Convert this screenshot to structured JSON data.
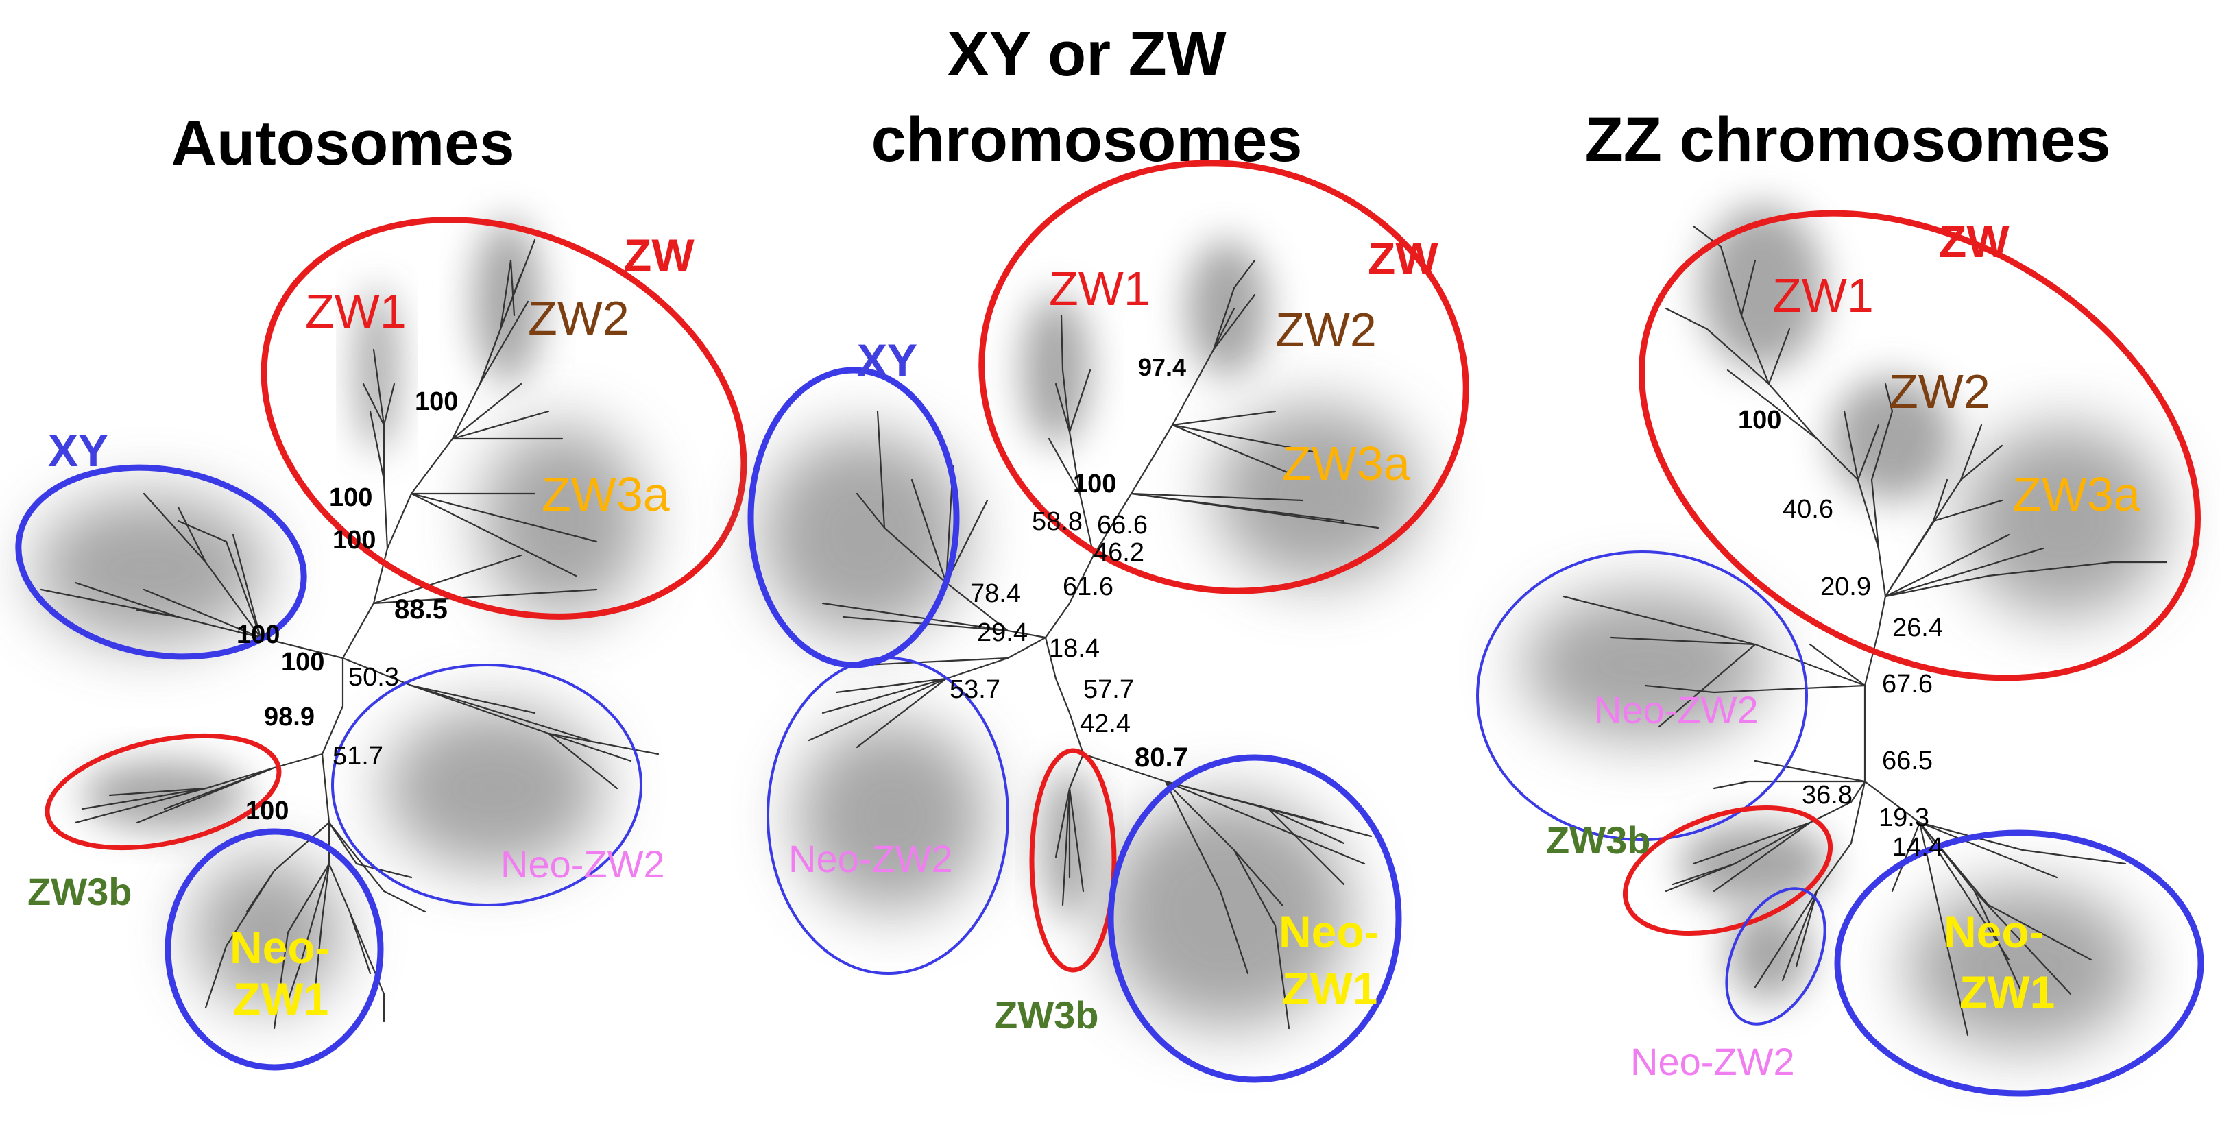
{
  "colors": {
    "zw": "#e81c1c",
    "zw2": "#7b3f12",
    "zw3a": "#ffb300",
    "xy": "#3a3ae6",
    "neo_zw2": "#f07ef0",
    "neo_zw1": "#ffee00",
    "zw3b": "#4d7a2a",
    "xy_label": "#4040e0"
  },
  "panels": [
    {
      "id": "autosomes",
      "title": [
        "Autosomes"
      ],
      "clades": [
        "ZW",
        "ZW1",
        "ZW2",
        "ZW3a",
        "XY",
        "ZW3b",
        "Neo-ZW2",
        "Neo-",
        "ZW1"
      ],
      "supports": [
        "100",
        "100",
        "100",
        "88.5",
        "100",
        "100",
        "50.3",
        "98.9",
        "51.7",
        "100"
      ]
    },
    {
      "id": "xy_zw",
      "title": [
        "XY or ZW",
        "chromosomes"
      ],
      "clades": [
        "ZW",
        "ZW1",
        "ZW2",
        "ZW3a",
        "XY",
        "Neo-ZW2",
        "ZW3b",
        "Neo-",
        "ZW1"
      ],
      "supports": [
        "97.4",
        "100",
        "66.6",
        "58.8",
        "46.2",
        "78.4",
        "61.6",
        "29.4",
        "18.4",
        "53.7",
        "57.7",
        "42.4",
        "80.7"
      ]
    },
    {
      "id": "zz",
      "title": [
        "ZZ chromosomes"
      ],
      "clades": [
        "ZW",
        "ZW1",
        "ZW2",
        "ZW3a",
        "Neo-ZW2",
        "ZW3b",
        "Neo-ZW2",
        "Neo-",
        "ZW1"
      ],
      "supports": [
        "100",
        "40.6",
        "20.9",
        "26.4",
        "67.6",
        "66.5",
        "36.8",
        "19.3",
        "14.4"
      ]
    }
  ]
}
